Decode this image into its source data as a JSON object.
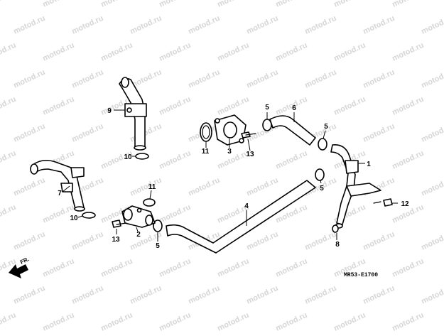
{
  "watermark": "motod.ru",
  "diagram_code": "MR53-E1700",
  "direction_label": "FR.",
  "callouts": [
    "1",
    "2",
    "3",
    "4",
    "5",
    "5",
    "5",
    "5",
    "6",
    "7",
    "8",
    "9",
    "10",
    "10",
    "11",
    "12",
    "13",
    "13"
  ]
}
